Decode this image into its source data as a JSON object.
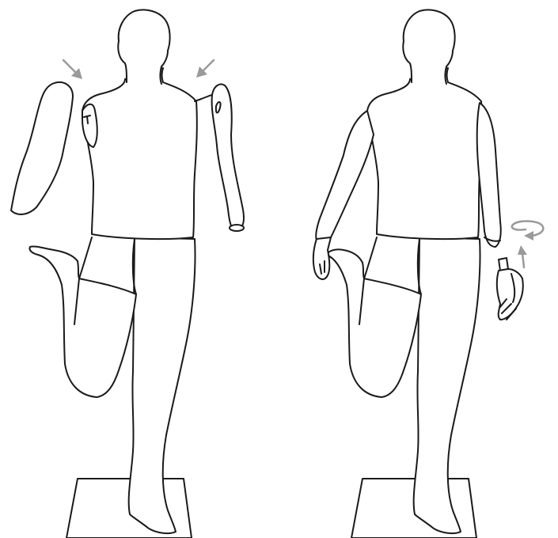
{
  "diagram": {
    "panels": [
      {
        "step": "detach-arms",
        "arrows": [
          "arrow-to-right-shoulder",
          "arrow-to-left-shoulder"
        ]
      },
      {
        "step": "attach-hand",
        "arrows": [
          "rotate-arrow",
          "insert-arrow"
        ]
      }
    ],
    "colors": {
      "outline": "#1a1a1a",
      "arrow": "#9a9a9a",
      "background": "#ffffff"
    },
    "icons": [
      "mannequin-figure",
      "base-plate",
      "arrow-icon",
      "rotate-icon"
    ]
  }
}
